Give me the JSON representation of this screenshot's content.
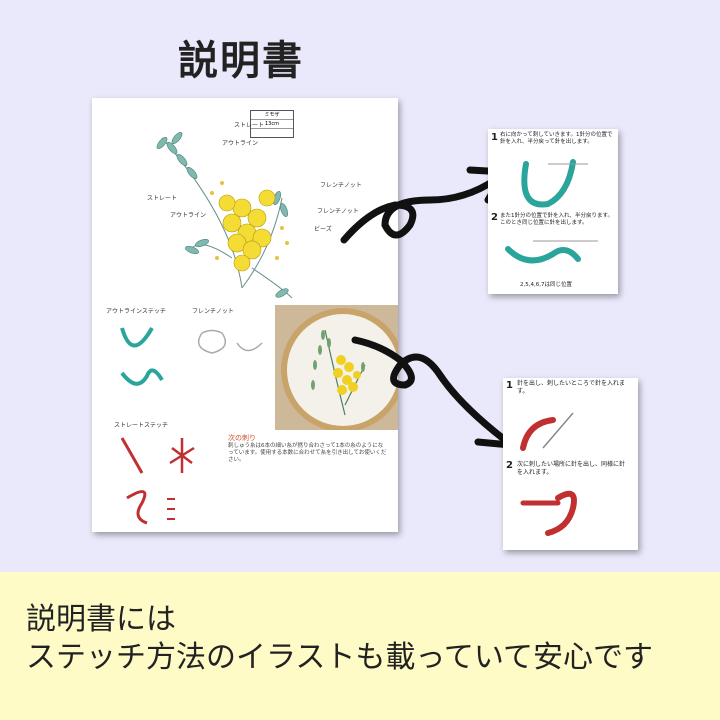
{
  "title": "説明書",
  "caption": {
    "line1": "説明書には",
    "line2": "ステッチ方法のイラストも載っていて安心です"
  },
  "manual": {
    "product_label": "ミモザ",
    "size_label": "13cm",
    "annotations": [
      {
        "text": "ストレート"
      },
      {
        "text": "アウトライン"
      },
      {
        "text": "ストレート"
      },
      {
        "text": "アウトライン"
      },
      {
        "text": "フレンチノット"
      },
      {
        "text": "フレンチノット"
      },
      {
        "text": "ビーズ"
      }
    ],
    "sections": {
      "outline": "アウトラインステッチ",
      "french": "フレンチノット",
      "straight": "ストレートステッチ"
    },
    "note_title": "次の刺り",
    "note_text": "刺しゅう糸は6本の細い糸が撚り合わさって1本の糸のようになっています。使用する本数に合わせて糸を引き出してお使いください。"
  },
  "card_outline": {
    "step1_num": "1",
    "step1_text": "右に向かって刺していきます。1針分の位置で針を入れ、半分戻って針を出します。",
    "step2_num": "2",
    "step2_text": "また1針分の位置で針を入れ、半分戻ります。このとき同じ位置に針を出します。",
    "footer": "2,5,4,6,7は同じ位置"
  },
  "card_straight": {
    "step1_num": "1",
    "step1_text": "針を出し、刺したいところで針を入れます。",
    "step2_num": "2",
    "step2_text": "次に刺したい場所に針を出し、同様に針を入れます。"
  }
}
